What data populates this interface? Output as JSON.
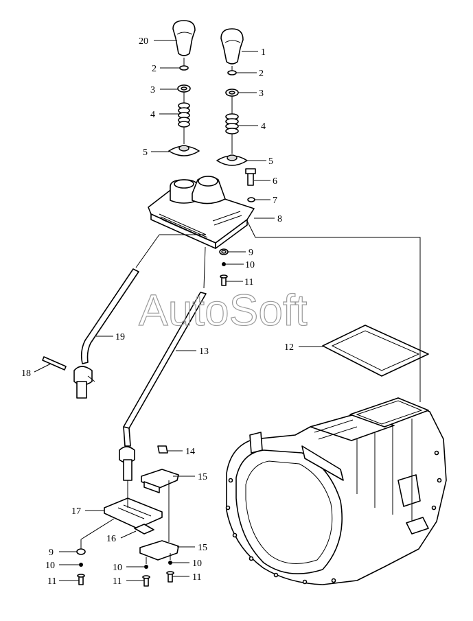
{
  "watermark": "AutoSoft",
  "callouts": [
    {
      "id": "c20",
      "text": "20"
    },
    {
      "id": "c2a",
      "text": "2"
    },
    {
      "id": "c3a",
      "text": "3"
    },
    {
      "id": "c4a",
      "text": "4"
    },
    {
      "id": "c5a",
      "text": "5"
    },
    {
      "id": "c1",
      "text": "1"
    },
    {
      "id": "c2b",
      "text": "2"
    },
    {
      "id": "c3b",
      "text": "3"
    },
    {
      "id": "c4b",
      "text": "4"
    },
    {
      "id": "c5b",
      "text": "5"
    },
    {
      "id": "c6",
      "text": "6"
    },
    {
      "id": "c7",
      "text": "7"
    },
    {
      "id": "c8",
      "text": "8"
    },
    {
      "id": "c9a",
      "text": "9"
    },
    {
      "id": "c10a",
      "text": "10"
    },
    {
      "id": "c11a",
      "text": "11"
    },
    {
      "id": "c19",
      "text": "19"
    },
    {
      "id": "c13",
      "text": "13"
    },
    {
      "id": "c18",
      "text": "18"
    },
    {
      "id": "c12",
      "text": "12"
    },
    {
      "id": "c14",
      "text": "14"
    },
    {
      "id": "c15a",
      "text": "15"
    },
    {
      "id": "c17",
      "text": "17"
    },
    {
      "id": "c16",
      "text": "16"
    },
    {
      "id": "c15b",
      "text": "15"
    },
    {
      "id": "c9b",
      "text": "9"
    },
    {
      "id": "c10b",
      "text": "10"
    },
    {
      "id": "c11b",
      "text": "11"
    },
    {
      "id": "c10c",
      "text": "10"
    },
    {
      "id": "c11c",
      "text": "11"
    },
    {
      "id": "c10d",
      "text": "10"
    },
    {
      "id": "c11d",
      "text": "11"
    }
  ]
}
